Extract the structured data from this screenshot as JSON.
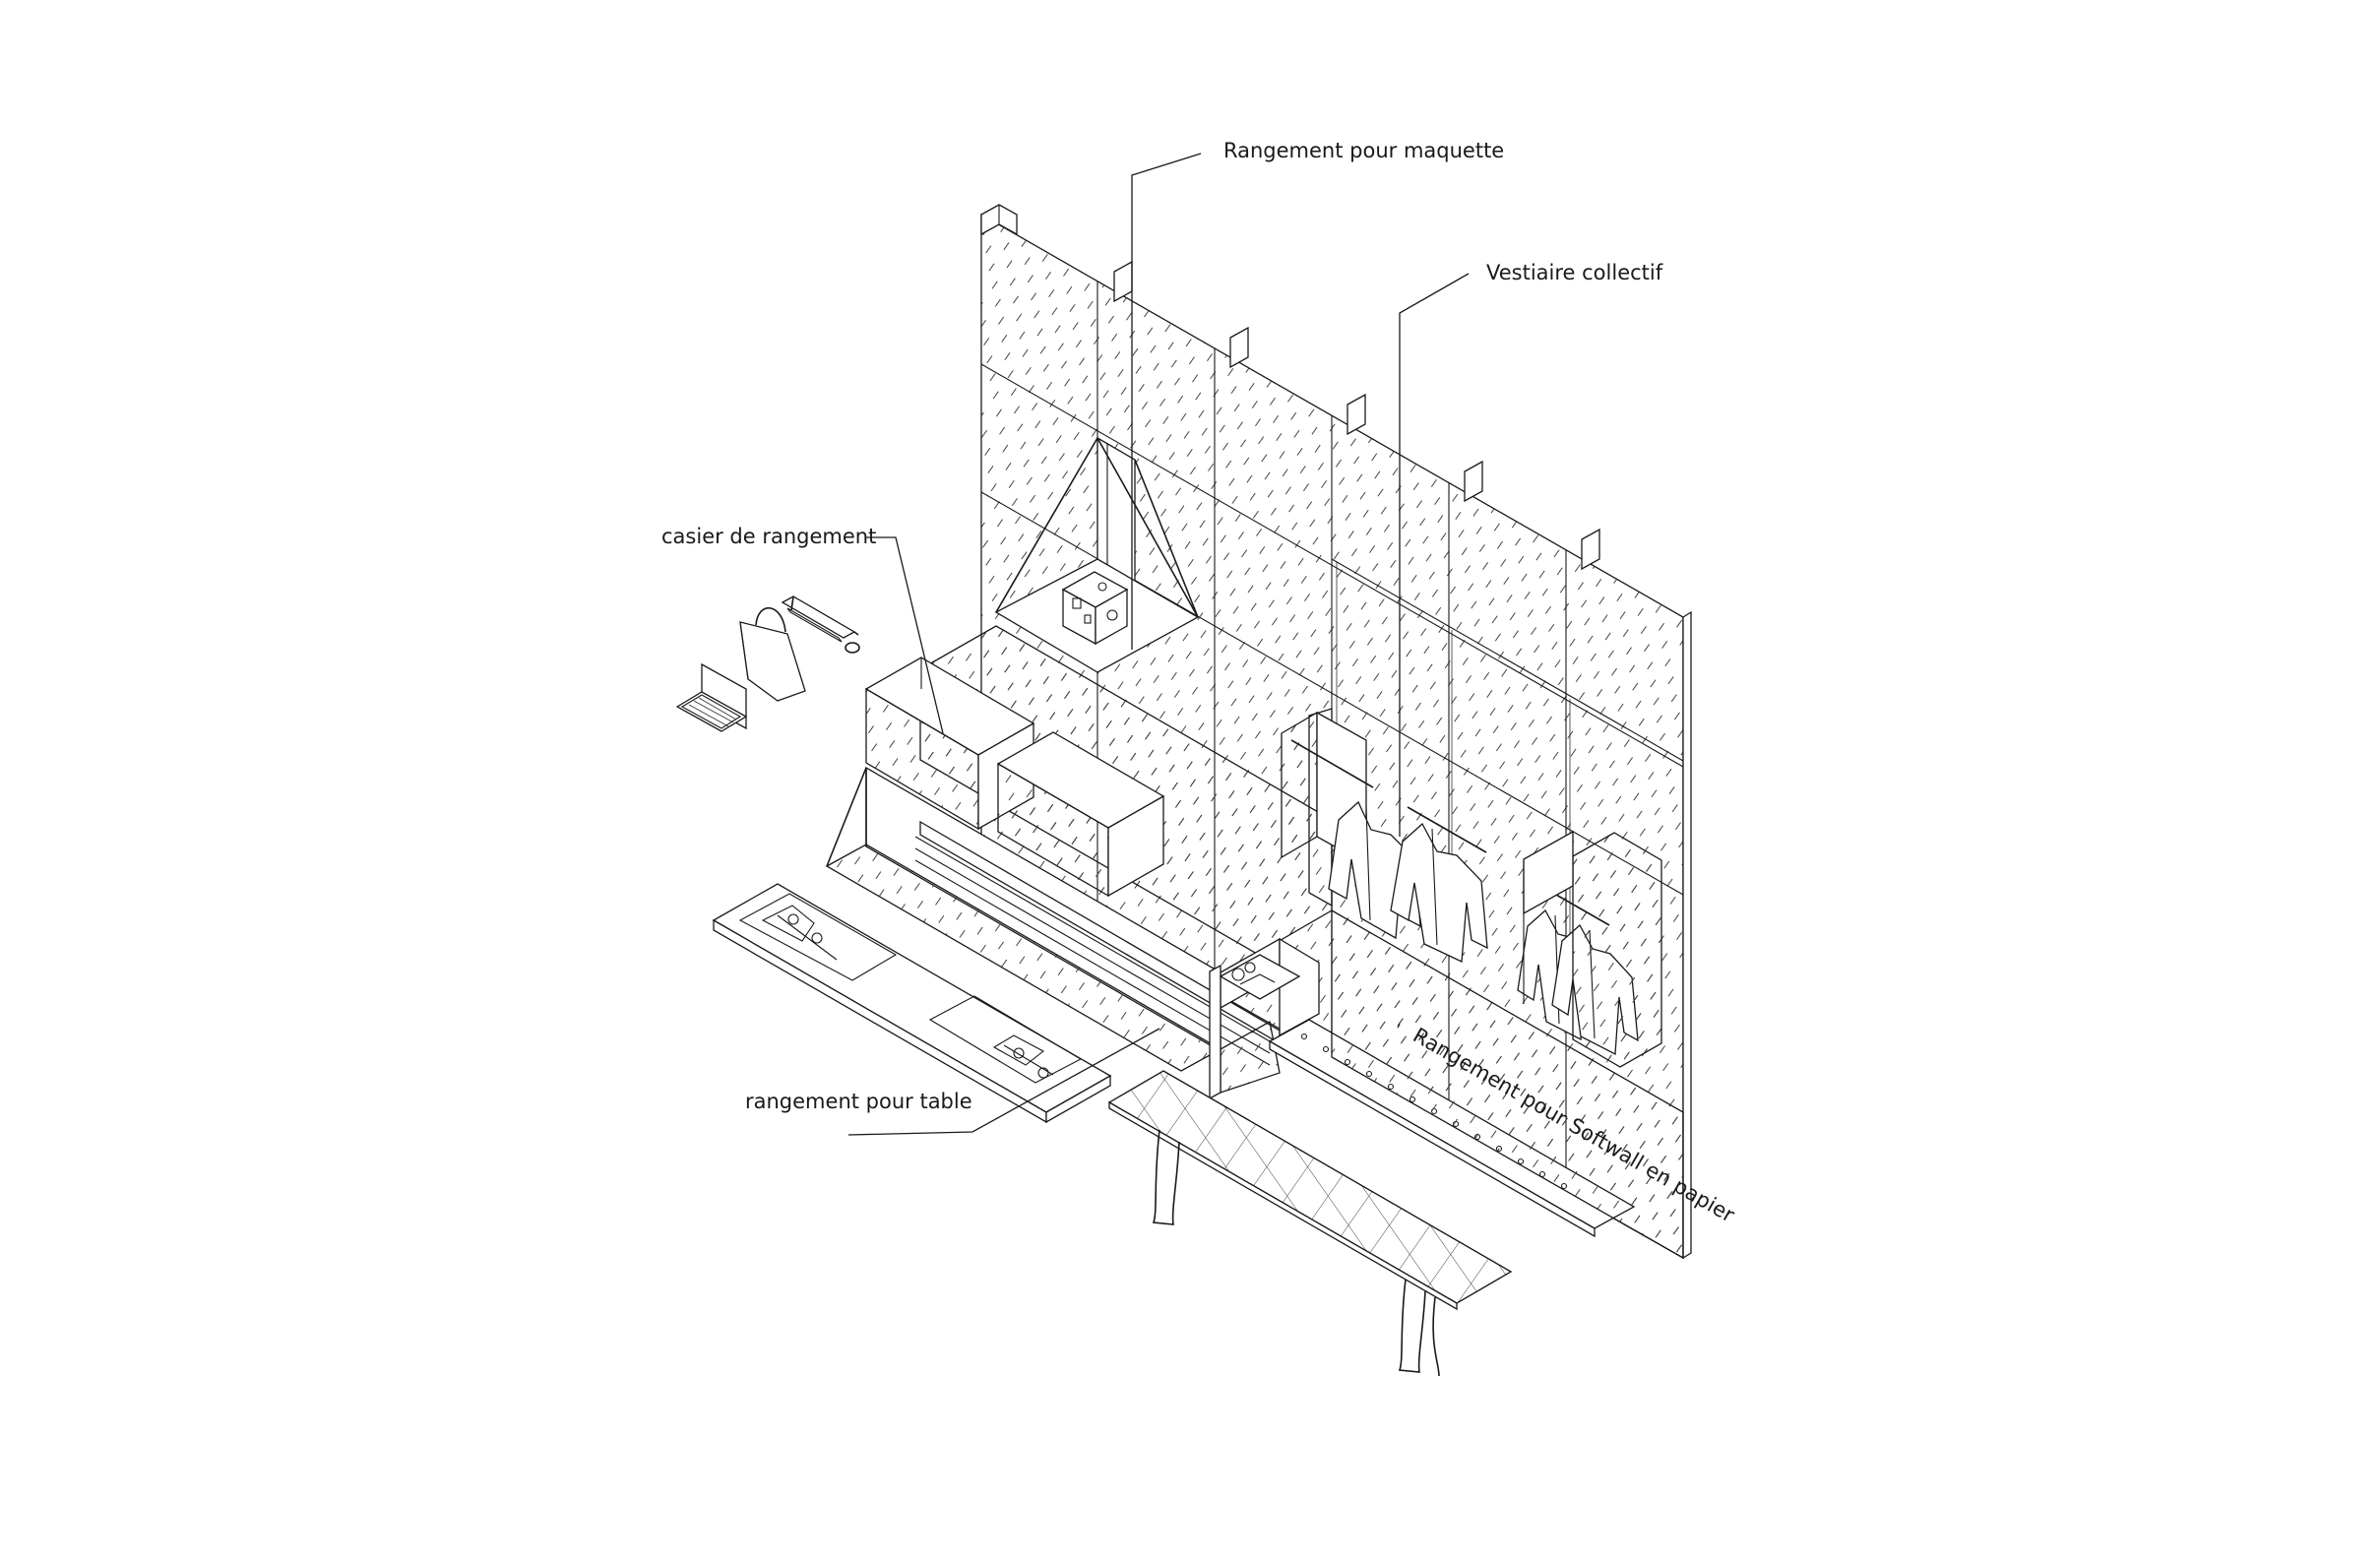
{
  "diagram": {
    "labels": {
      "rangement_maquette": "Rangement pour  maquette",
      "vestiaire": "Vestiaire collectif",
      "casier": "casier de rangement",
      "table": "rangement pour table",
      "softwall": "Rangement pour Softwall en papier"
    },
    "colors": {
      "line": "#1a1a1a",
      "background": "#ffffff"
    }
  }
}
